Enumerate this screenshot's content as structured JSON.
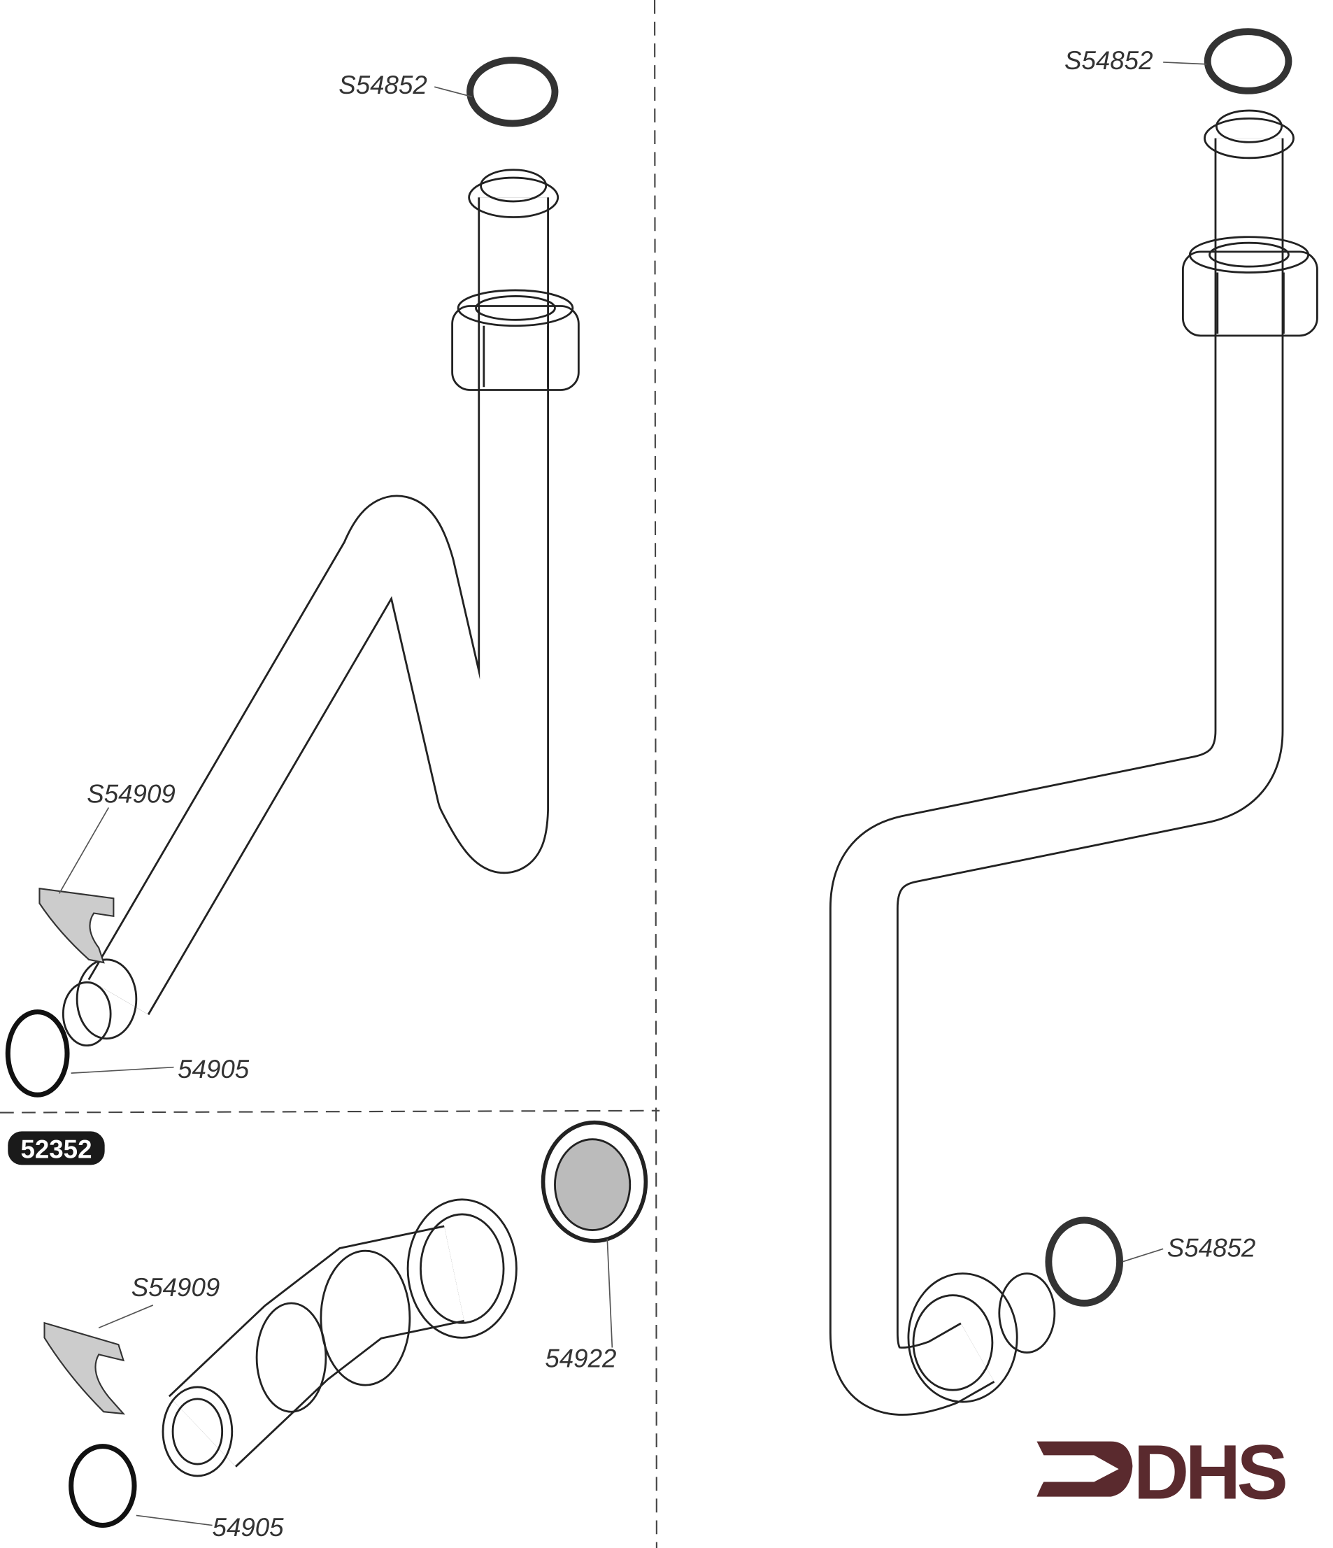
{
  "diagram": {
    "part_labels": {
      "top_left_seal": "S54852",
      "top_right_seal": "S54852",
      "left_clip": "S54909",
      "left_oring": "54905",
      "bottom_clip": "S54909",
      "bottom_strainer": "54922",
      "bottom_oring": "54905",
      "right_seal": "S54852"
    },
    "kit_badge": "52352",
    "logo": {
      "text": "DHS",
      "color": "#5a2a2e"
    }
  }
}
